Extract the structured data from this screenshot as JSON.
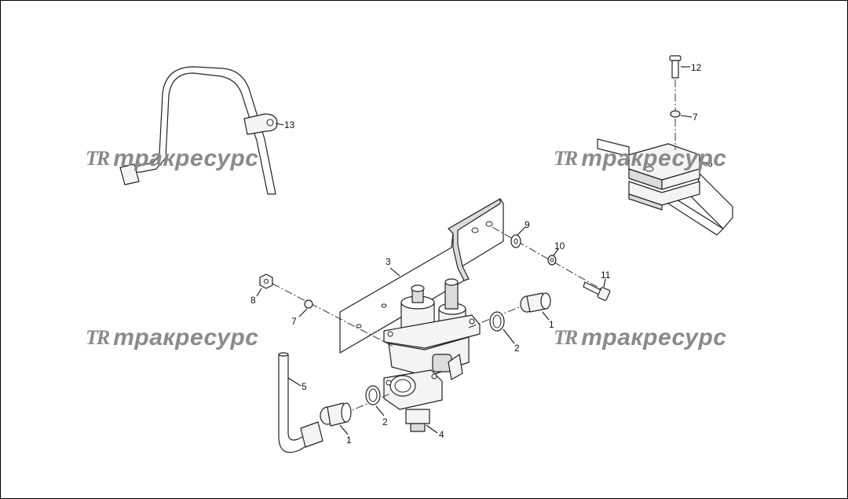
{
  "watermark": {
    "logo": "TR",
    "text": "тракресурс"
  },
  "callouts": {
    "c1a": "1",
    "c1b": "1",
    "c2a": "2",
    "c2b": "2",
    "c3": "3",
    "c4": "4",
    "c5": "5",
    "c6": "6",
    "c7a": "7",
    "c7b": "7",
    "c8": "8",
    "c9": "9",
    "c10": "10",
    "c11": "11",
    "c12": "12",
    "c13": "13"
  },
  "colors": {
    "line": "#222222",
    "watermark": "#8a8a8a",
    "fill": "#f4f4f4"
  }
}
